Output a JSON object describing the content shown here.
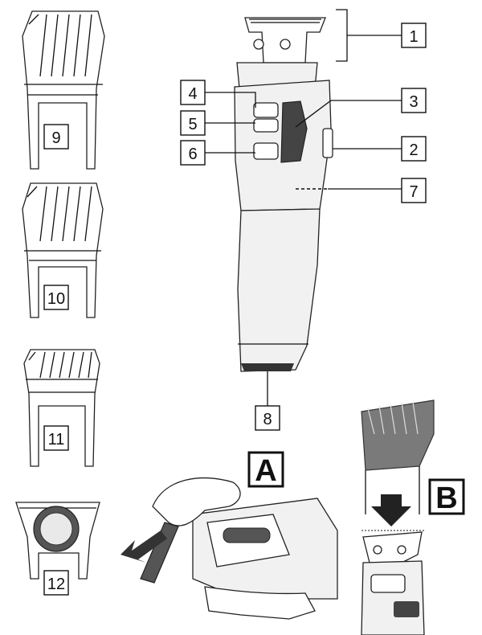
{
  "callouts": {
    "c1": "1",
    "c2": "2",
    "c3": "3",
    "c4": "4",
    "c5": "5",
    "c6": "6",
    "c7": "7",
    "c8": "8",
    "c9": "9",
    "c10": "10",
    "c11": "11",
    "c12": "12"
  },
  "panels": {
    "a": "A",
    "b": "B"
  },
  "colors": {
    "ink": "#111111",
    "guide_fill": "#7a7a7a",
    "body_fill": "#f1f1f1"
  }
}
